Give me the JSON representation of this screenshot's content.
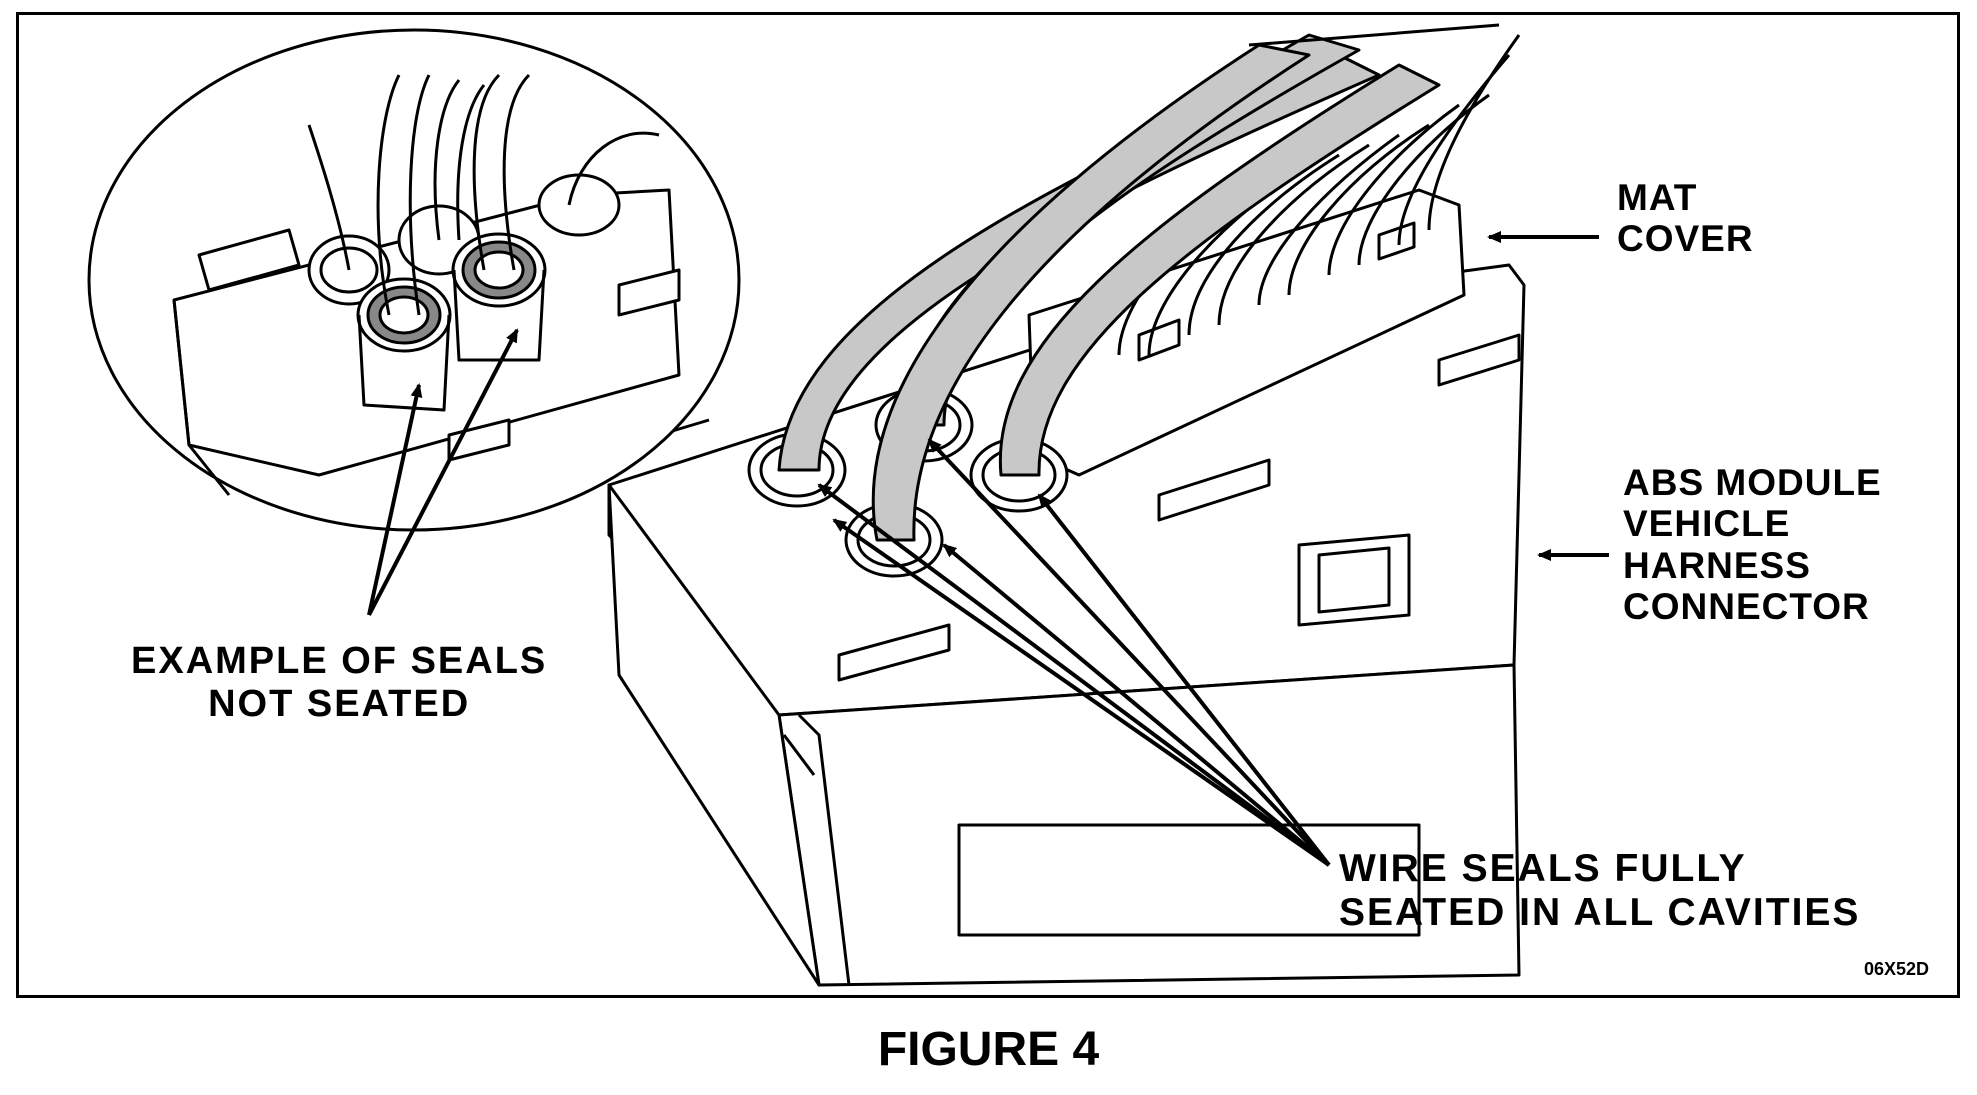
{
  "figure": {
    "caption": "FIGURE 4",
    "code": "06X52D"
  },
  "labels": {
    "mat_cover": [
      "MAT",
      "COVER"
    ],
    "abs_connector": [
      "ABS MODULE",
      "VEHICLE",
      "HARNESS",
      "CONNECTOR"
    ],
    "seals_not_seated": [
      "EXAMPLE  OF  SEALS",
      "NOT  SEATED"
    ],
    "seals_fully_seated": [
      "WIRE  SEALS  FULLY",
      "SEATED  IN  ALL  CAVITIES"
    ]
  },
  "colors": {
    "line": "#000000",
    "wire_fill": "#c8c8c8",
    "background": "#ffffff"
  }
}
